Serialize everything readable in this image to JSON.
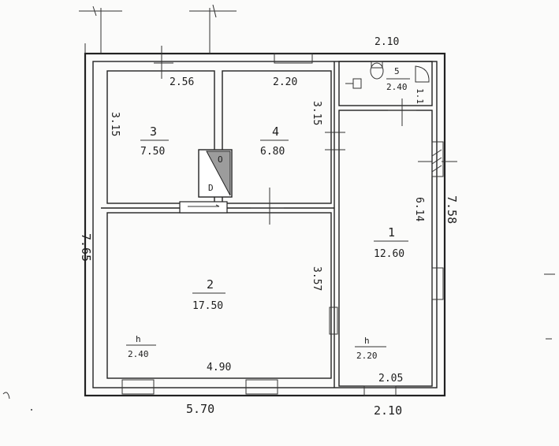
{
  "rooms": [
    {
      "id": "1",
      "area": "12.60"
    },
    {
      "id": "2",
      "area": "17.50"
    },
    {
      "id": "3",
      "area": "7.50"
    },
    {
      "id": "4",
      "area": "6.80"
    },
    {
      "id": "5",
      "area": "2.40"
    }
  ],
  "heights": [
    {
      "label": "h",
      "value": "2.40"
    },
    {
      "label": "h",
      "value": "2.20"
    }
  ],
  "dimensions": {
    "total_height": "7.65",
    "right_height": "7.58",
    "bottom_width": "5.70",
    "bottom_right_width": "2.10",
    "top_right_width": "2.10",
    "room3_width": "2.56",
    "room3_height": "3.15",
    "room4_width": "2.20",
    "room4_height": "3.15",
    "room2_width": "4.90",
    "room2_height": "3.57",
    "room1_height": "6.14",
    "room1_width": "2.05",
    "room5_height": "1.1"
  },
  "stove_labels": {
    "upper": "O",
    "lower": "D"
  }
}
